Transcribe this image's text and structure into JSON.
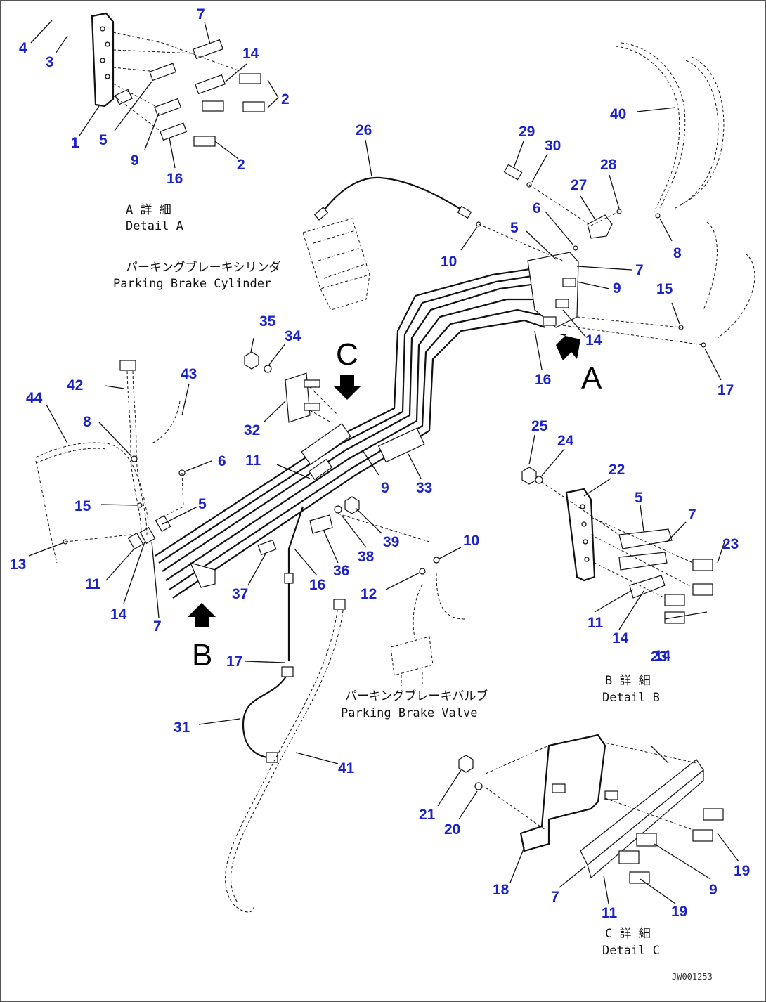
{
  "diagram": {
    "callouts": [
      "1",
      "2",
      "2",
      "3",
      "4",
      "5",
      "5",
      "5",
      "5",
      "6",
      "6",
      "7",
      "7",
      "7",
      "7",
      "7",
      "8",
      "8",
      "9",
      "9",
      "9",
      "9",
      "10",
      "10",
      "11",
      "11",
      "11",
      "11",
      "12",
      "13",
      "14",
      "14",
      "14",
      "14",
      "14",
      "15",
      "15",
      "16",
      "16",
      "16",
      "17",
      "17",
      "18",
      "19",
      "19",
      "20",
      "21",
      "22",
      "23",
      "23",
      "24",
      "25",
      "26",
      "27",
      "28",
      "29",
      "30",
      "31",
      "32",
      "33",
      "34",
      "35",
      "36",
      "37",
      "38",
      "39",
      "40",
      "41",
      "42",
      "43",
      "44"
    ],
    "detail_a": {
      "jp": "A 詳 細",
      "en": "Detail A"
    },
    "detail_b": {
      "jp": "B 詳 細",
      "en": "Detail B"
    },
    "detail_c": {
      "jp": "C 詳 細",
      "en": "Detail C"
    },
    "parking_brake_cylinder": {
      "jp": "パーキングブレーキシリンダ",
      "en": "Parking Brake Cylinder"
    },
    "parking_brake_valve": {
      "jp": "パーキングブレーキバルブ",
      "en": "Parking Brake Valve"
    },
    "view_letters": {
      "a": "A",
      "b": "B",
      "c": "C"
    },
    "drawing_code": "JW001253",
    "colors": {
      "callout": "#1a22c8",
      "line": "#111111"
    }
  }
}
